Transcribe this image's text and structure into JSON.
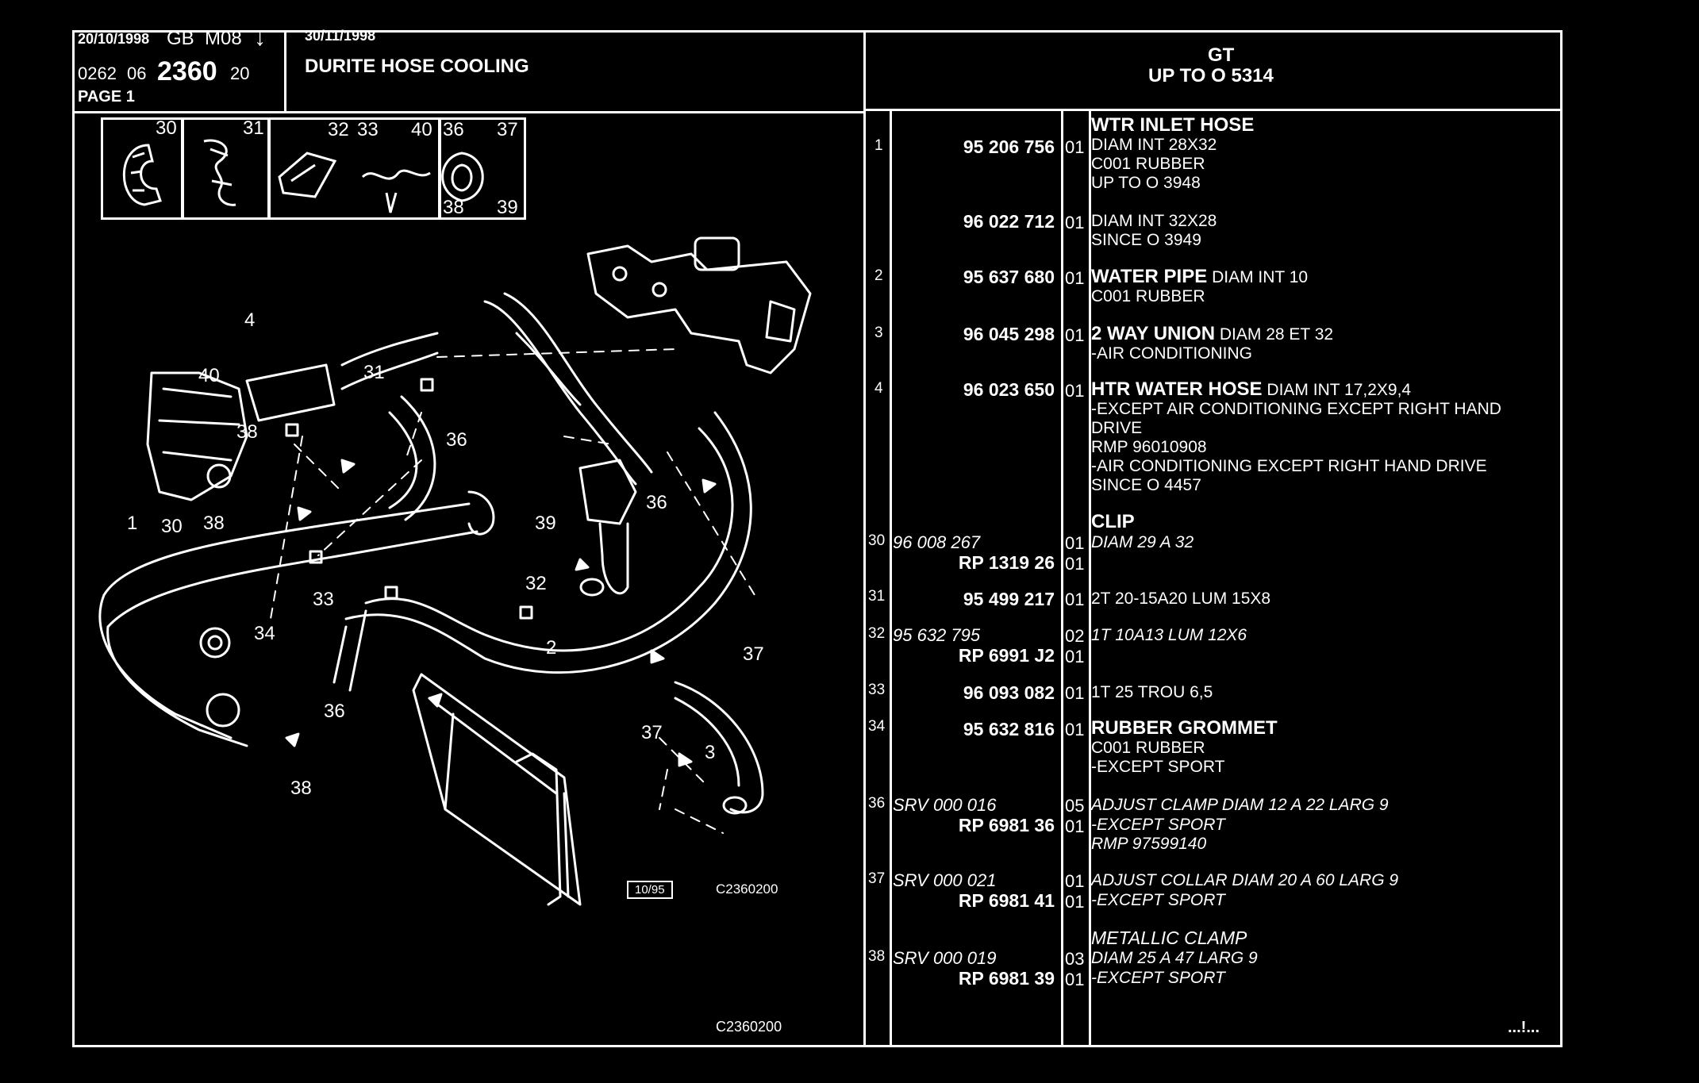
{
  "header": {
    "date1": "20/10/1998",
    "lang": "GB",
    "model": "M08",
    "arrow": "↓",
    "code_a": "0262",
    "code_b": "06",
    "code_main": "2360",
    "code_c": "20",
    "page": "PAGE 1",
    "date2": "30/11/1998",
    "title": "DURITE HOSE COOLING",
    "version": "GT",
    "range": "UP TO O  5314"
  },
  "thumbnails": [
    {
      "label": "30"
    },
    {
      "label": "31"
    },
    {
      "label": "32"
    },
    {
      "label": "33"
    },
    {
      "label": "40"
    },
    {
      "label": "36"
    },
    {
      "label": "37"
    },
    {
      "label": "38"
    },
    {
      "label": "39"
    }
  ],
  "callouts": [
    "4",
    "40",
    "31",
    "38",
    "36",
    "1",
    "30",
    "38",
    "39",
    "36",
    "33",
    "32",
    "34",
    "2",
    "37",
    "36",
    "37",
    "3",
    "38"
  ],
  "diagram_footer": {
    "box": "10/95",
    "ref1": "C2360200",
    "ref2": "C2360200"
  },
  "parts": [
    {
      "ref": "1",
      "pn": "95 206 756",
      "qty": "01",
      "title": "WTR INLET HOSE",
      "lines": [
        "DIAM INT 28X32",
        "C001 RUBBER",
        "UP TO  O  3948"
      ]
    },
    {
      "ref": "",
      "pn": "96 022 712",
      "qty": "01",
      "title": "",
      "lines": [
        "DIAM INT 32X28",
        "SINCE  O  3949"
      ]
    },
    {
      "ref": "2",
      "pn": "95 637 680",
      "qty": "01",
      "title": "WATER PIPE",
      "title_rest": " DIAM INT 10",
      "lines": [
        "C001 RUBBER"
      ]
    },
    {
      "ref": "3",
      "pn": "96 045 298",
      "qty": "01",
      "title": "2 WAY UNION",
      "title_rest": " DIAM 28 ET 32",
      "lines": [
        "-AIR CONDITIONING"
      ]
    },
    {
      "ref": "4",
      "pn": "96 023 650",
      "qty": "01",
      "title": "HTR WATER HOSE",
      "title_rest": " DIAM INT 17,2X9,4",
      "lines": [
        "-EXCEPT  AIR CONDITIONING EXCEPT  RIGHT HAND",
        " DRIVE",
        "RMP 96010908",
        "-AIR CONDITIONING EXCEPT  RIGHT HAND DRIVE",
        " SINCE  O  4457"
      ]
    },
    {
      "ref": "",
      "pn": "",
      "qty": "",
      "title": "CLIP",
      "lines": []
    },
    {
      "ref": "30",
      "pn_it": "96 008 267",
      "qty": "01",
      "title": "",
      "lines_it": [
        "DIAM 29 A 32"
      ]
    },
    {
      "ref": "",
      "pn": "RP  1319 26",
      "qty": "01",
      "title": "",
      "lines": []
    },
    {
      "ref": "31",
      "pn": "95 499 217",
      "qty": "01",
      "title": "",
      "lines": [
        "2T 20-15A20 LUM 15X8"
      ]
    },
    {
      "ref": "32",
      "pn_it": "95 632 795",
      "qty": "02",
      "title": "",
      "lines_it": [
        "1T 10A13 LUM 12X6"
      ]
    },
    {
      "ref": "",
      "pn": "RP  6991 J2",
      "qty": "01",
      "title": "",
      "lines": []
    },
    {
      "ref": "33",
      "pn": "96 093 082",
      "qty": "01",
      "title": "",
      "lines": [
        "1T 25 TROU 6,5"
      ]
    },
    {
      "ref": "34",
      "pn": "95 632 816",
      "qty": "01",
      "title": "RUBBER GROMMET",
      "lines": [
        "C001 RUBBER",
        "-EXCEPT  SPORT"
      ]
    },
    {
      "ref": "36",
      "pn_it": "SRV 000 016",
      "qty": "05",
      "title": "",
      "lines_it": [
        "ADJUST CLAMP DIAM 12 A 22 LARG 9"
      ]
    },
    {
      "ref": "",
      "pn": "RP  6981 36",
      "qty": "01",
      "title": "",
      "lines_it": [
        "-EXCEPT  SPORT",
        "RMP 97599140"
      ]
    },
    {
      "ref": "37",
      "pn_it": "SRV 000 021",
      "qty": "01",
      "title": "",
      "lines_it": [
        "ADJUST COLLAR DIAM 20 A 60 LARG 9"
      ]
    },
    {
      "ref": "",
      "pn": "RP  6981 41",
      "qty": "01",
      "title": "",
      "lines_it": [
        "-EXCEPT  SPORT"
      ]
    },
    {
      "ref": "",
      "pn": "",
      "qty": "",
      "title": "",
      "lines_it": [
        "METALLIC CLAMP"
      ]
    },
    {
      "ref": "38",
      "pn_it": "SRV 000 019",
      "qty": "03",
      "title": "",
      "lines_it": [
        "DIAM 25 A 47 LARG 9"
      ]
    },
    {
      "ref": "",
      "pn": "RP  6981 39",
      "qty": "01",
      "title": "",
      "lines_it": [
        "-EXCEPT  SPORT"
      ]
    }
  ],
  "continued": "...!..."
}
